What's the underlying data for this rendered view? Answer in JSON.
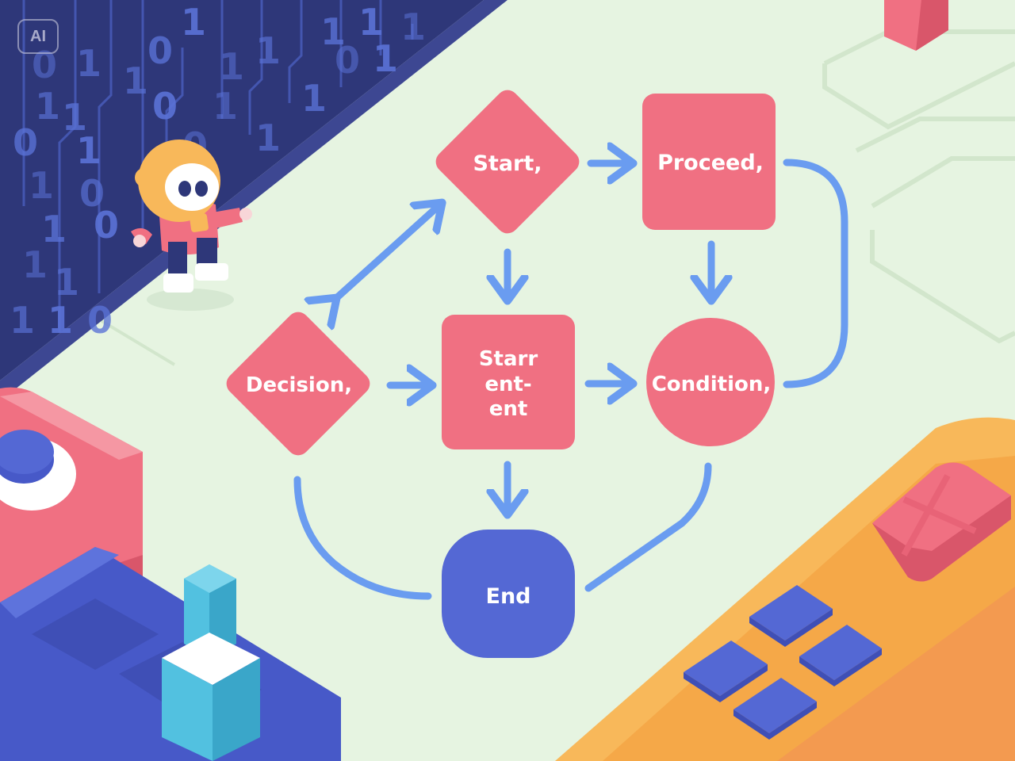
{
  "badge": {
    "text": "AI"
  },
  "binary_digits": [
    "0",
    "1",
    "0",
    "1",
    "1",
    "1",
    "1",
    "1",
    "1",
    "1",
    "1",
    "0",
    "1",
    "1",
    "0",
    "1",
    "1",
    "0",
    "1",
    "0",
    "1",
    "1",
    "0",
    "1",
    "0",
    "1",
    "1",
    "1",
    "0",
    "1"
  ],
  "flowchart": {
    "nodes": {
      "start": {
        "label": "Start,"
      },
      "proceed": {
        "label": "Proceed,"
      },
      "decision": {
        "label": "Decision,"
      },
      "statement": {
        "label_lines": [
          "Starr",
          "ent-",
          "ent"
        ]
      },
      "condition": {
        "label": "Condition,"
      },
      "end": {
        "label": "End"
      }
    }
  },
  "colors": {
    "background": "#e6f4e1",
    "node_pink": "#f07082",
    "node_blue": "#5468d4",
    "arrow": "#6a9cf0",
    "binary_panel": "#2e3779",
    "console_orange": "#f8b85a",
    "keypad_blue": "#5468d4"
  },
  "icons": [
    "robot-character",
    "isometric-console",
    "isometric-keypad",
    "isometric-block"
  ]
}
